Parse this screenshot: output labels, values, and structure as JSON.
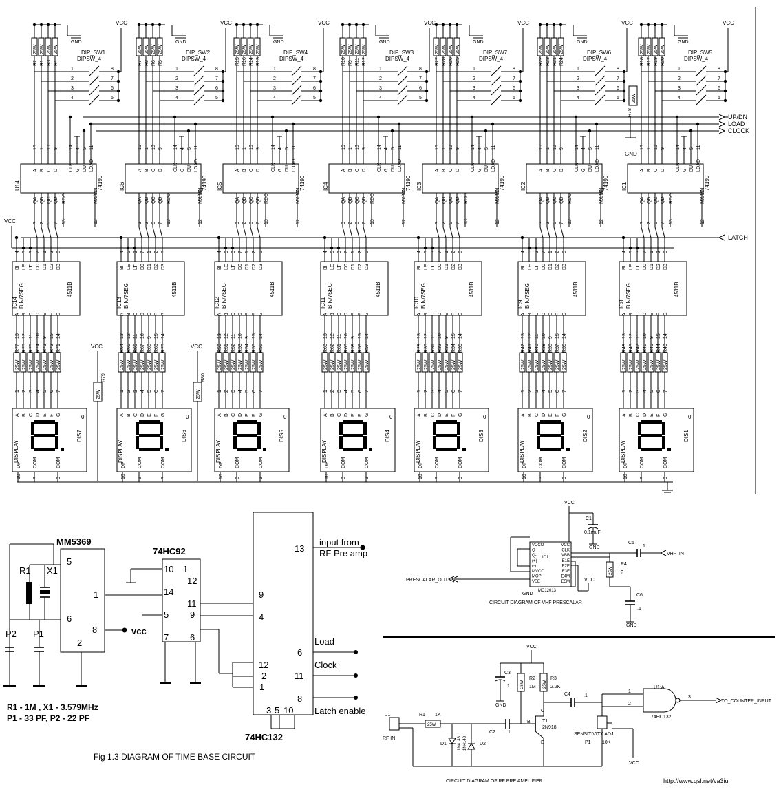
{
  "counter": {
    "vcc": "VCC",
    "gnd": "GND",
    "up_dn": "UP/DN",
    "load": "LOAD",
    "clock": "CLOCK",
    "latch": "LATCH",
    "dip_part": "DIPSW_4",
    "counter_part": "74190",
    "decoder_part": "4511B",
    "decoder_title": "BIN/7SEG",
    "display_title": "DISPLAY",
    "res_value": "25W",
    "dip_pins_left": [
      "1",
      "2",
      "3",
      "4"
    ],
    "dip_pins_right": [
      "8",
      "7",
      "6",
      "5"
    ],
    "cnt_top_pins": [
      "15",
      "1",
      "10",
      "9",
      "14",
      "4",
      "5",
      "11"
    ],
    "cnt_top_names": [
      "A",
      "B",
      "C",
      "D",
      "CLK",
      "G",
      "DU",
      "LOAD"
    ],
    "cnt_bot_names": [
      "QA",
      "QB",
      "QC",
      "QD",
      "RCO",
      "MX/MN"
    ],
    "cnt_bot_pins": [
      "3",
      "2",
      "6",
      "7",
      "13",
      "12"
    ],
    "dec_top_names": [
      "BI",
      "LE",
      "LT",
      "D0",
      "D1",
      "D2",
      "D3"
    ],
    "dec_top_pins": [
      "4",
      "5",
      "3",
      "7",
      "1",
      "2",
      "6"
    ],
    "dec_bot_names": [
      "A",
      "B",
      "C",
      "D",
      "E",
      "F",
      "G"
    ],
    "dec_bot_pins": [
      "13",
      "12",
      "11",
      "10",
      "9",
      "15",
      "14"
    ],
    "disp_top_names": [
      "A",
      "B",
      "C",
      "D",
      "E",
      "F",
      "G"
    ],
    "disp_top_pins": [
      "1",
      "2",
      "3",
      "4",
      "5",
      "6",
      "7"
    ],
    "disp_bot_names": [
      "DP",
      "COM",
      "COM"
    ],
    "disp_bot_pins": [
      "10",
      "8",
      "3"
    ],
    "stages": [
      {
        "dip": "DIP_SW1",
        "dip_res": [
          "R2",
          "R1",
          "R3",
          "R4"
        ],
        "counter": "U14",
        "decoder": "IC14",
        "dec_res": [
          "R77",
          "R76",
          "R75",
          "R74",
          "R73",
          "R72",
          "R71"
        ],
        "display": "DIS7"
      },
      {
        "dip": "DIP_SW2",
        "dip_res": [
          "R7",
          "R8",
          "R6",
          "R5"
        ],
        "counter": "IC6",
        "decoder": "IC13",
        "dec_res": [
          "R64",
          "R65",
          "R66",
          "R67",
          "R68",
          "R69",
          "R70"
        ],
        "display": "DIS6"
      },
      {
        "dip": "DIP_SW4",
        "dip_res": [
          "R15",
          "R16",
          "R14",
          "R13"
        ],
        "counter": "IC5",
        "decoder": "IC12",
        "dec_res": [
          "R50",
          "R51",
          "R52",
          "R53",
          "R54",
          "R55",
          "R56"
        ],
        "display": "DIS5"
      },
      {
        "dip": "DIP_SW3",
        "dip_res": [
          "R10",
          "R9",
          "R11",
          "R12"
        ],
        "counter": "IC4",
        "decoder": "IC11",
        "dec_res": [
          "R63",
          "R62",
          "R61",
          "R60",
          "R59",
          "R58",
          "R57"
        ],
        "display": "DIS4"
      },
      {
        "dip": "DIP_SW7",
        "dip_res": [
          "R27",
          "R28",
          "R26",
          "R25"
        ],
        "counter": "IC3",
        "decoder": "IC10",
        "dec_res": [
          "R29",
          "R30",
          "R31",
          "R32",
          "R33",
          "R34",
          "R35"
        ],
        "display": "DIS3"
      },
      {
        "dip": "DIP_SW6",
        "dip_res": [
          "R22",
          "R23",
          "R21",
          "R24"
        ],
        "counter": "IC2",
        "decoder": "IC9",
        "dec_res": [
          "R42",
          "R41",
          "R40",
          "R39",
          "R38",
          "R37",
          "R36"
        ],
        "display": "DIS2"
      },
      {
        "dip": "DIP_SW5",
        "dip_res": [
          "R18",
          "R17",
          "R19",
          "R20"
        ],
        "counter": "IC1",
        "decoder": "IC8",
        "dec_res": [
          "R49",
          "R48",
          "R47",
          "R46",
          "R45",
          "R44",
          "R43"
        ],
        "display": "DIS1"
      }
    ],
    "r78": "R78",
    "r79": "R79",
    "r80": "R80",
    "display_zero": "0",
    "seg_digit": "8."
  },
  "timebase": {
    "osc_chip": "MM5369",
    "div_chip": "74HC92",
    "gate_chip": "74HC132",
    "r1": "R1",
    "x1": "X1",
    "p1": "P1",
    "p2": "P2",
    "vcc_label": "vcc",
    "osc_pins": [
      "5",
      "1",
      "6",
      "8",
      "2"
    ],
    "div_pins": [
      "10",
      "1",
      "12",
      "14",
      "11",
      "5",
      "9",
      "7",
      "6"
    ],
    "gate_pins": [
      "13",
      "9",
      "4",
      "6",
      "12",
      "2",
      "1",
      "11",
      "8",
      "3",
      "5",
      "10"
    ],
    "input_label_1": "input from",
    "input_label_2": "RF Pre amp",
    "load_label": "Load",
    "clock_label": "Clock",
    "latch_label": "Latch enable",
    "note_1": "R1 - 1M , X1 - 3.579MHz",
    "note_2": "P1 - 33 PF, P2 - 22 PF",
    "caption": "Fig 1.3 DIAGRAM OF TIME BASE CIRCUIT"
  },
  "prescaler": {
    "vcc": "VCC",
    "gnd": "GND",
    "c1": "C1",
    "c1_val": "0.1muF",
    "c5": "C5",
    "c5_val": ".1",
    "c6": "C6",
    "c6_val": ".1",
    "r4": "R4",
    "r4_val": "?",
    "r4_res": "25W",
    "ic1": "IC1",
    "part": "MC12013",
    "left_pins": [
      "VCCO",
      "Q",
      "Q-",
      "(+)",
      "(-)",
      "MVCC",
      "MOP",
      "VEE"
    ],
    "right_pins": [
      "VCC",
      "CLK",
      "VBB",
      "E1E",
      "E2E",
      "E3E",
      "E4M",
      "E5M"
    ],
    "in_label": "VHF_IN",
    "out_label": "PRESCALAR_OUT",
    "caption": "CIRCUIT DIAGRAM OF VHF PRESCALAR"
  },
  "preamp": {
    "vcc": "VCC",
    "gnd": "GND",
    "j1": "J1",
    "rf_in": "RF IN",
    "r1": "R1",
    "r1_val": "1K",
    "r1_res": "25W",
    "c2": "C2",
    "c2_val": ".1",
    "c3": "C3",
    "c3_val": ".1",
    "c4": "C4",
    "c4_val": ".1",
    "d1": "D1",
    "d2": "D2",
    "diode_part": "1N4148",
    "r2": "R2",
    "r2_val": "1M",
    "r3": "R3",
    "r3_val": "2.2K",
    "res_25w": "25W",
    "t1": "T1",
    "t1_part": "2N918",
    "p1": "P1",
    "p1_val": "10K",
    "sens": "SENSITIVITY ADJ",
    "u1": "U1:A",
    "u1_part": "74HC132",
    "out_label": "TO_COUNTER_INPUT",
    "caption": "CIRCUIT DIAGRAM OF RF PRE AMPLIFIER"
  },
  "url": "http://www.qsl.net/va3iul"
}
